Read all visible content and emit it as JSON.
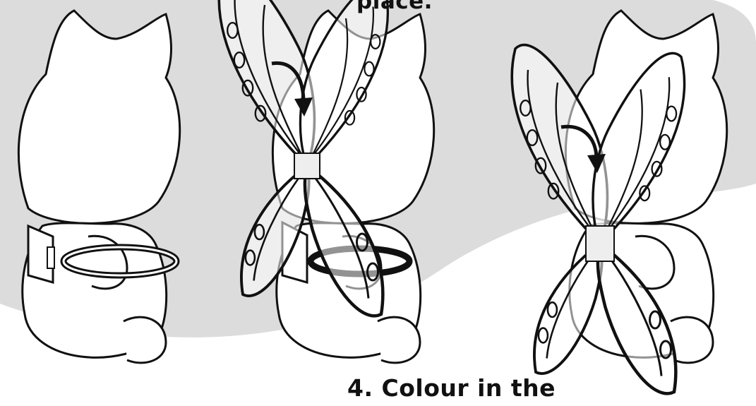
{
  "instructions": {
    "step_top_fragment": "place.",
    "step_bottom": "4. Colour in the"
  },
  "colors": {
    "background_blob": "#dcdcdc",
    "page": "#ffffff",
    "line": "#111111"
  },
  "illustrations": [
    {
      "name": "cat-with-strap",
      "description_icon": "cat-back-strap-icon"
    },
    {
      "name": "cat-attaching-wings",
      "description_icon": "cat-wings-attach-icon"
    },
    {
      "name": "cat-wings-attached",
      "description_icon": "cat-wings-done-icon"
    }
  ]
}
